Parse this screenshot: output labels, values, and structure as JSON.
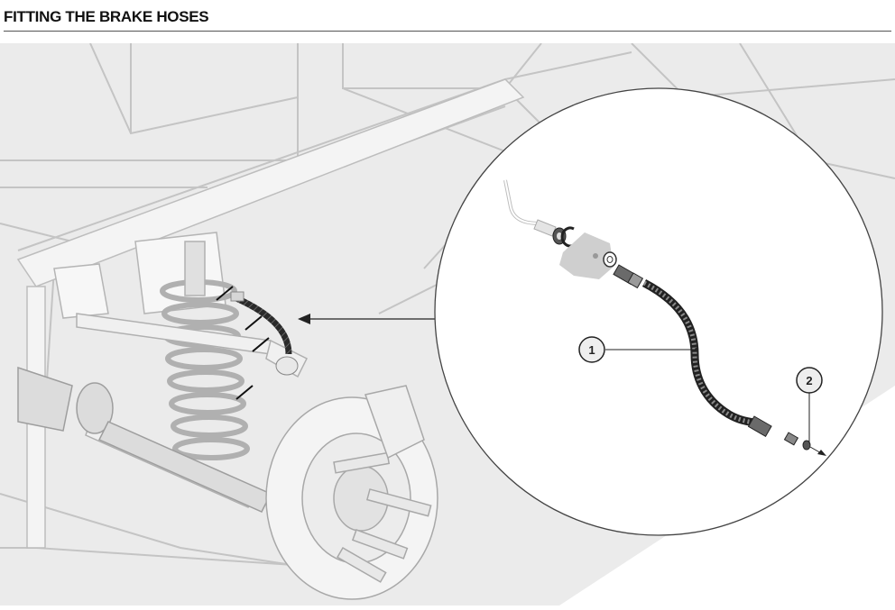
{
  "header": {
    "title": "FITTING THE BRAKE HOSES"
  },
  "diagram": {
    "callouts": [
      {
        "id": "hose",
        "label": "1"
      },
      {
        "id": "fitting",
        "label": "2"
      }
    ],
    "colors": {
      "background_panel": "#ebebeb",
      "chassis_line": "#c4c4c4",
      "highlight_line": "#333333",
      "detail_fill": "#ffffff"
    }
  }
}
